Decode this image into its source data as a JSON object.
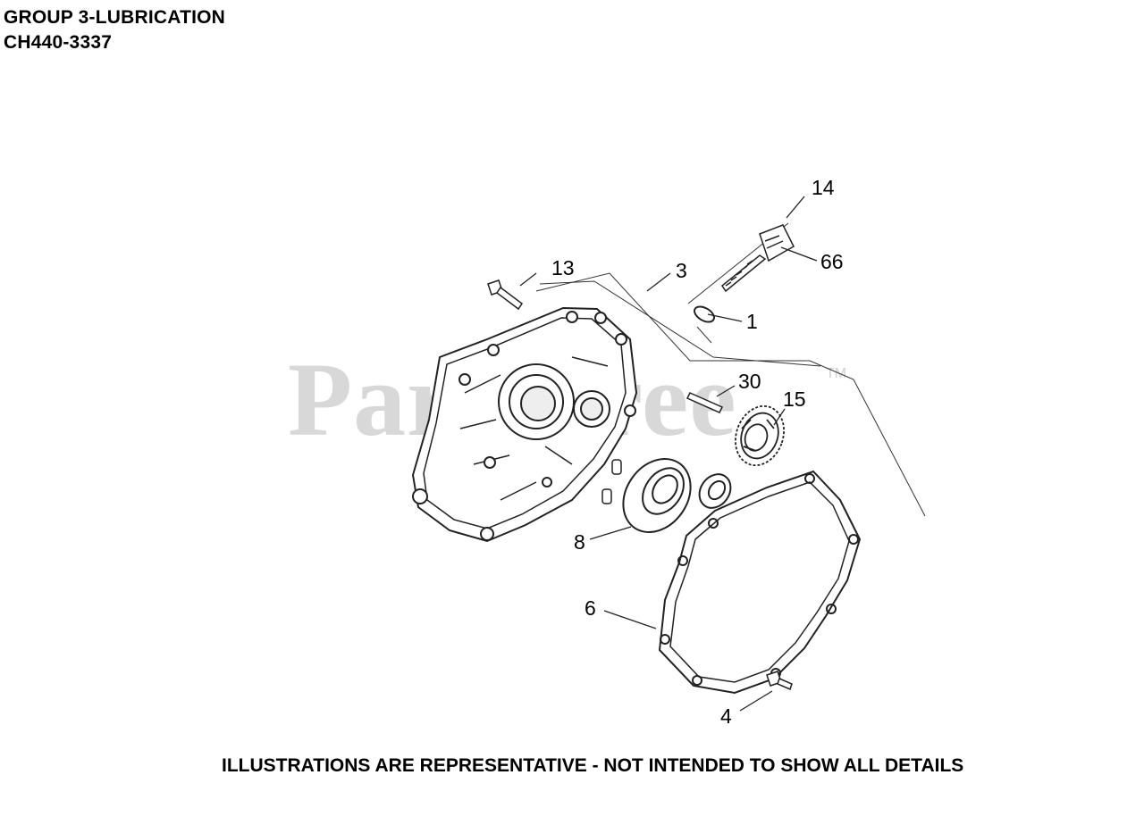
{
  "header": {
    "group_title": "GROUP 3-LUBRICATION",
    "model_number": "CH440-3337"
  },
  "watermark": {
    "text": "PartsTree",
    "trademark": "TM"
  },
  "callouts": {
    "c1": "1",
    "c3": "3",
    "c4": "4",
    "c6": "6",
    "c8": "8",
    "c13": "13",
    "c14": "14",
    "c15": "15",
    "c30": "30",
    "c66": "66"
  },
  "footer": {
    "disclaimer": "ILLUSTRATIONS ARE REPRESENTATIVE - NOT INTENDED TO SHOW ALL DETAILS"
  }
}
